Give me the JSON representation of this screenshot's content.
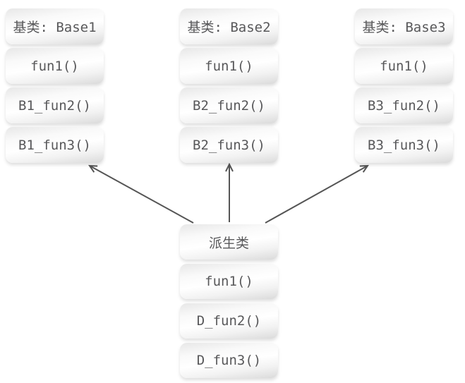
{
  "diagram": {
    "background_color": "#ffffff",
    "box_text_color": "#58585a",
    "arrow_color": "#555555",
    "groups": [
      {
        "id": "base1",
        "items": [
          "基类: Base1",
          "fun1()",
          "B1_fun2()",
          "B1_fun3()"
        ]
      },
      {
        "id": "base2",
        "items": [
          "基类: Base2",
          "fun1()",
          "B2_fun2()",
          "B2_fun3()"
        ]
      },
      {
        "id": "base3",
        "items": [
          "基类: Base3",
          "fun1()",
          "B3_fun2()",
          "B3_fun3()"
        ]
      },
      {
        "id": "derived",
        "items": [
          "派生类",
          "fun1()",
          "D_fun2()",
          "D_fun3()"
        ]
      }
    ],
    "arrows": [
      {
        "from": "derived",
        "to": "base1"
      },
      {
        "from": "derived",
        "to": "base2"
      },
      {
        "from": "derived",
        "to": "base3"
      }
    ]
  }
}
